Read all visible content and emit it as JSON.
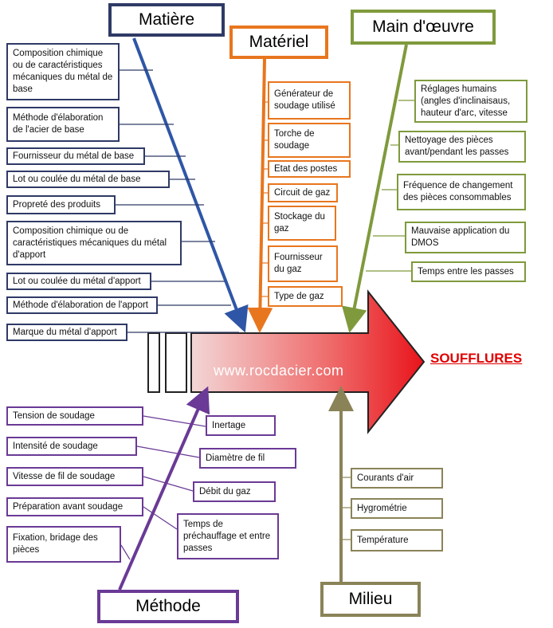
{
  "categories": {
    "matiere": {
      "title": "Matière",
      "color": "#2f3a66",
      "causes": [
        "Composition chimique ou de caractéristiques mécaniques du métal de base",
        "Méthode d'élaboration de l'acier de base",
        "Fournisseur du métal de base",
        "Lot  ou coulée du métal de base",
        "Propreté des produits",
        "Composition chimique ou de caractéristiques mécaniques du métal d'apport",
        "Lot  ou coulée du métal d'apport",
        "Méthode d'élaboration de l'apport",
        "Marque du métal d'apport"
      ]
    },
    "materiel": {
      "title": "Matériel",
      "color": "#e8761e",
      "causes": [
        "Générateur de soudage utilisé",
        "Torche de soudage",
        "Etat des postes",
        "Circuit de gaz",
        "Stockage du gaz",
        "Fournisseur du gaz",
        "Type de gaz"
      ]
    },
    "main_oeuvre": {
      "title": "Main d'œuvre",
      "color": "#7f9a3c",
      "causes": [
        "Réglages humains (angles d'inclinaisaus, hauteur d'arc, vitesse",
        "Nettoyage des pièces avant/pendant les passes",
        "Fréquence de changement des pièces consommables",
        "Mauvaise application du DMOS",
        "Temps entre les passes"
      ]
    },
    "methode": {
      "title": "Méthode",
      "color": "#6a3a96",
      "causes": [
        "Tension de soudage",
        "Intensité  de soudage",
        "Vitesse de fil de soudage",
        "Préparation avant soudage",
        "Fixation, bridage des pièces",
        "Inertage",
        "Diamètre de fil",
        "Débit du gaz",
        "Temps de préchauffage et entre passes"
      ]
    },
    "milieu": {
      "title": "Milieu",
      "color": "#8a8358",
      "causes": [
        "Courants d'air",
        "Hygrométrie",
        "Température"
      ]
    }
  },
  "effect": "SOUFFLURES",
  "watermark": "www.rocdacier.com",
  "arrow_color": "#e8141b"
}
